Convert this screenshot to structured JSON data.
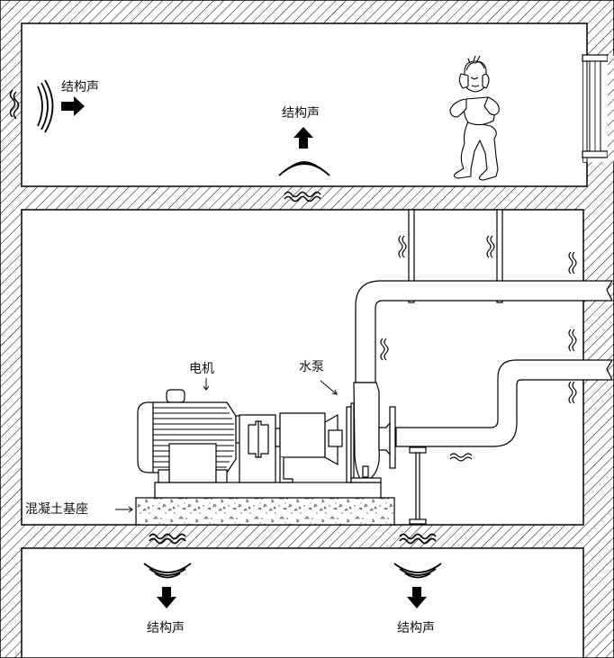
{
  "diagram": {
    "subject": "Structure-borne noise transmission from pump room",
    "labels": {
      "structure_sound_left": "结构声",
      "structure_sound_top": "结构声",
      "structure_sound_bottom_left": "结构声",
      "structure_sound_bottom_right": "结构声",
      "motor": "电机",
      "pump": "水泵",
      "concrete_base": "混凝土基座"
    },
    "arrows": {
      "structure_sound_left": "right",
      "structure_sound_top": "up",
      "structure_sound_bottom_left": "down",
      "structure_sound_bottom_right": "down"
    },
    "colors": {
      "line": "#000000",
      "background": "#ffffff",
      "concrete_dots": "#555555"
    }
  }
}
